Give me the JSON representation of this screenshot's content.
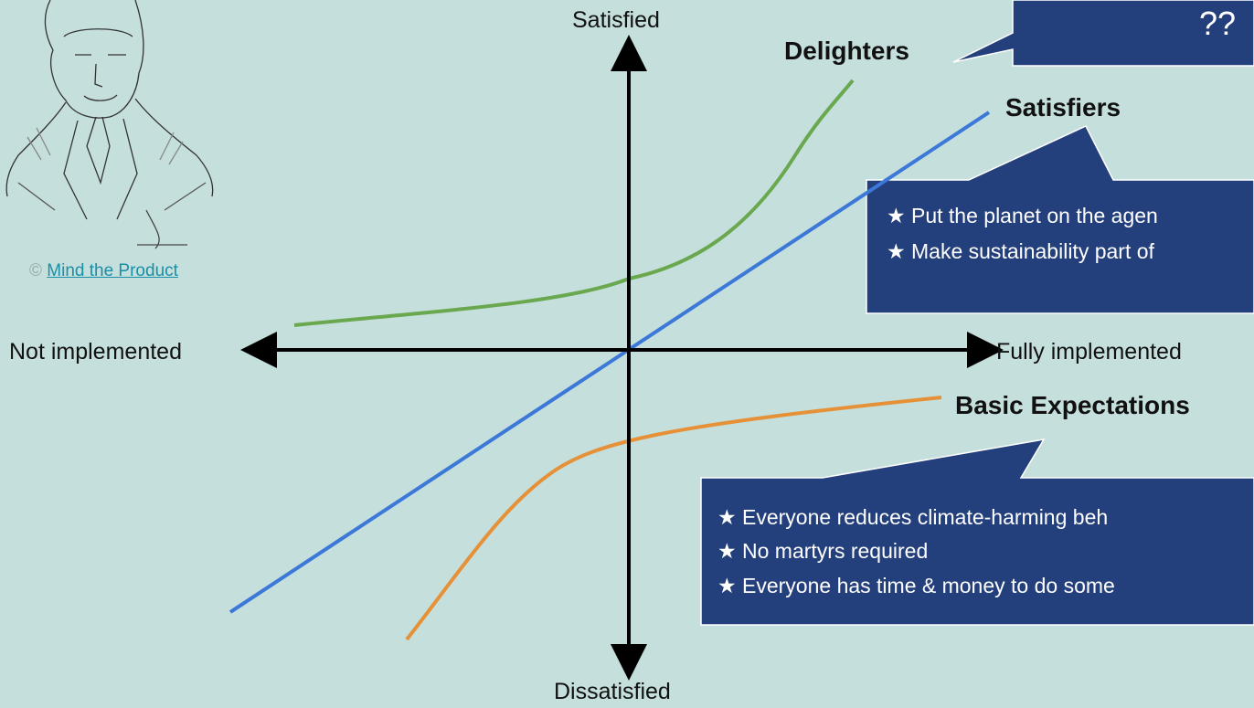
{
  "portrait": {
    "credit_symbol": "©",
    "credit_link": "Mind the Product"
  },
  "axes": {
    "top": "Satisfied",
    "bottom": "Dissatisfied",
    "left": "Not implemented",
    "right": "Fully implemented"
  },
  "curves": {
    "delighters": "Delighters",
    "satisfiers": "Satisfiers",
    "basic": "Basic Expectations"
  },
  "colors": {
    "background": "#c5dfdc",
    "callout": "#233f7c",
    "delighters": "#6aa84f",
    "satisfiers": "#3c78d8",
    "basic": "#e69138",
    "axis": "#000000"
  },
  "callouts": {
    "delighters": {
      "text": "??"
    },
    "satisfiers": {
      "items": [
        "★  Put the planet on the agen",
        "★  Make sustainability part of"
      ]
    },
    "basic": {
      "items": [
        "★  Everyone reduces climate-harming beh",
        "★  No martyrs required",
        "★  Everyone has time & money to do some"
      ]
    }
  }
}
